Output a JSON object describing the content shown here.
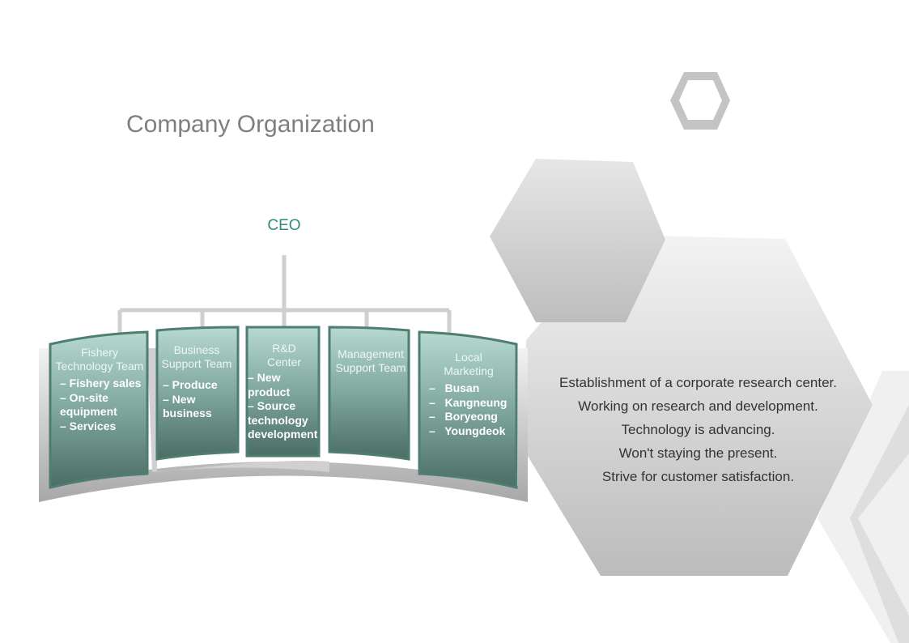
{
  "title": "Company Organization",
  "ceo": "CEO",
  "teams": [
    {
      "name": "Fishery Technology Team",
      "items": [
        "– Fishery sales",
        "– On-site equipment",
        "– Services"
      ]
    },
    {
      "name": "Business Support Team",
      "items": [
        "– Produce",
        "– New business"
      ]
    },
    {
      "name": "R&D Center",
      "items": [
        "– New product",
        "– Source technology development"
      ]
    },
    {
      "name": "Management Support Team",
      "items": []
    },
    {
      "name": "Local Marketing",
      "items": [
        "–   Busan",
        "–   Kangneung",
        "–   Boryeong",
        "–   Youngdeok"
      ]
    }
  ],
  "description": [
    "Establishment of a corporate research center.",
    "Working on research and development.",
    "Technology is advancing.",
    "Won't staying the present.",
    "Strive for customer satisfaction."
  ],
  "colors": {
    "teal_top": "#b3d6cf",
    "teal_bottom": "#4a6f66",
    "ceo": "#2e8b7a"
  }
}
